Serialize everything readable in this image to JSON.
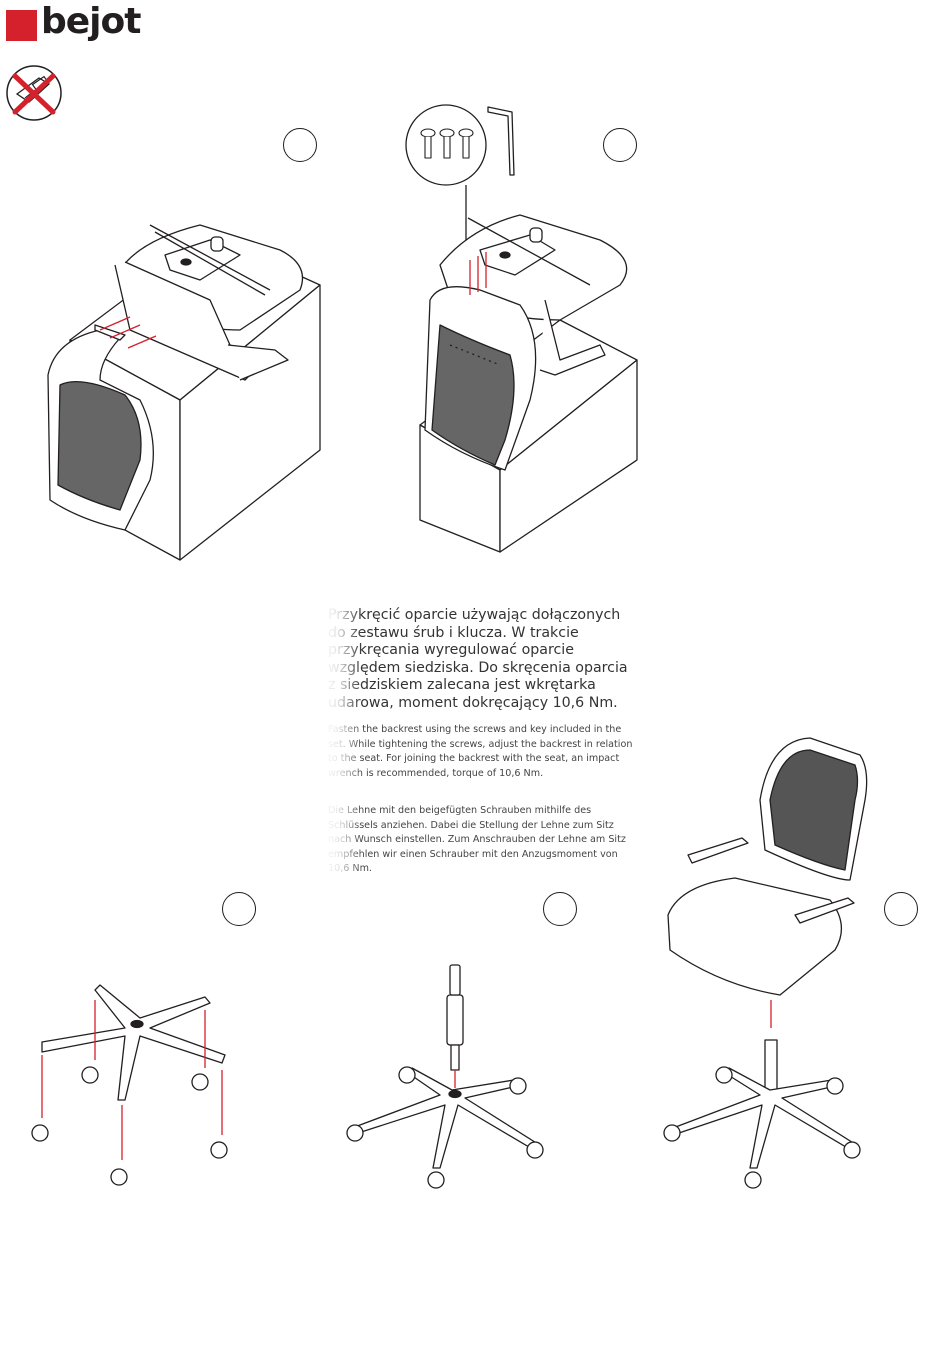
{
  "brand": {
    "logo_text": "bejot",
    "accent_color": "#d4212c"
  },
  "warning_icon": "no-impact-wrench-icon",
  "steps": {
    "s1": "",
    "s2": "",
    "s3": "",
    "s4": "",
    "s5": ""
  },
  "instructions": {
    "pl": "Przykręcić oparcie używając dołączonych do zestawu śrub i klucza. W trakcie przykręcania wyregulować oparcie względem siedziska. Do skręcenia oparcia z siedziskiem zalecana jest wkrętarka udarowa, moment dokręcający 10,6 Nm.",
    "en": "Fasten the backrest using the screws and key included in the set. While tightening the screws, adjust the backrest in relation to the seat. For joining the backrest with the seat, an impact wrench is recommended, torque of 10,6 Nm.",
    "de": "Die Lehne mit den beigefügten Schrauben mithilfe des Schlüssels anziehen. Dabei die Stellung der Lehne zum Sitz nach Wunsch einstellen. Zum Anschrauben der Lehne am Sitz empfehlen wir einen Schrauber mit den Anzugsmoment von 10,6 Nm."
  }
}
